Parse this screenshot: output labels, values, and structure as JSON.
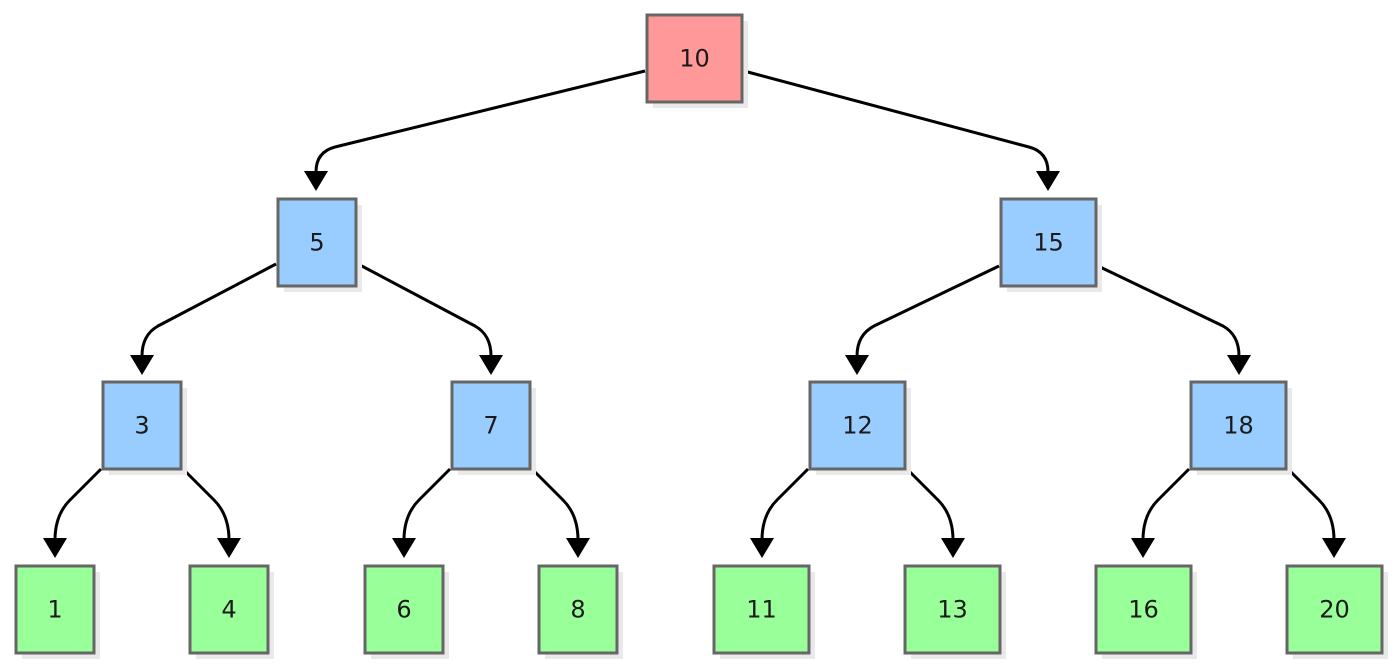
{
  "colors": {
    "root": "#ff9999",
    "internal": "#99ccff",
    "leaf": "#99ff99"
  },
  "tree": {
    "nodes": [
      {
        "id": "n10",
        "label": "10",
        "kind": "root"
      },
      {
        "id": "n5",
        "label": "5",
        "kind": "internal"
      },
      {
        "id": "n15",
        "label": "15",
        "kind": "internal"
      },
      {
        "id": "n3",
        "label": "3",
        "kind": "internal"
      },
      {
        "id": "n7",
        "label": "7",
        "kind": "internal"
      },
      {
        "id": "n12",
        "label": "12",
        "kind": "internal"
      },
      {
        "id": "n18",
        "label": "18",
        "kind": "internal"
      },
      {
        "id": "n1",
        "label": "1",
        "kind": "leaf"
      },
      {
        "id": "n4",
        "label": "4",
        "kind": "leaf"
      },
      {
        "id": "n6",
        "label": "6",
        "kind": "leaf"
      },
      {
        "id": "n8",
        "label": "8",
        "kind": "leaf"
      },
      {
        "id": "n11",
        "label": "11",
        "kind": "leaf"
      },
      {
        "id": "n13",
        "label": "13",
        "kind": "leaf"
      },
      {
        "id": "n16",
        "label": "16",
        "kind": "leaf"
      },
      {
        "id": "n20",
        "label": "20",
        "kind": "leaf"
      }
    ],
    "edges": [
      {
        "from": "n10",
        "to": "n5"
      },
      {
        "from": "n10",
        "to": "n15"
      },
      {
        "from": "n5",
        "to": "n3"
      },
      {
        "from": "n5",
        "to": "n7"
      },
      {
        "from": "n15",
        "to": "n12"
      },
      {
        "from": "n15",
        "to": "n18"
      },
      {
        "from": "n3",
        "to": "n1"
      },
      {
        "from": "n3",
        "to": "n4"
      },
      {
        "from": "n7",
        "to": "n6"
      },
      {
        "from": "n7",
        "to": "n8"
      },
      {
        "from": "n12",
        "to": "n11"
      },
      {
        "from": "n12",
        "to": "n13"
      },
      {
        "from": "n18",
        "to": "n16"
      },
      {
        "from": "n18",
        "to": "n20"
      }
    ]
  }
}
